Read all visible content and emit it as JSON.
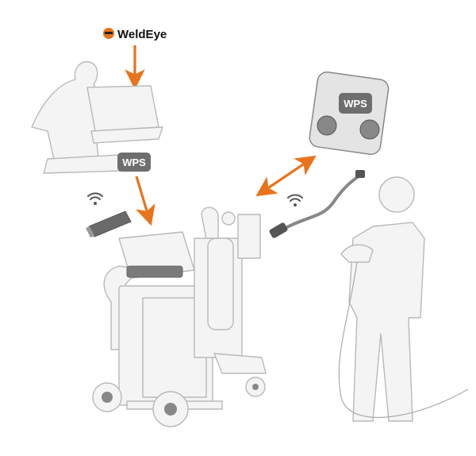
{
  "logo": {
    "text": "WeldEye"
  },
  "badges": {
    "laptop_wps": "WPS",
    "tablet_wps": "WPS"
  },
  "colors": {
    "accent": "#e8731a",
    "badge": "#6e6e6e",
    "line_art": "#b9b9b9"
  }
}
